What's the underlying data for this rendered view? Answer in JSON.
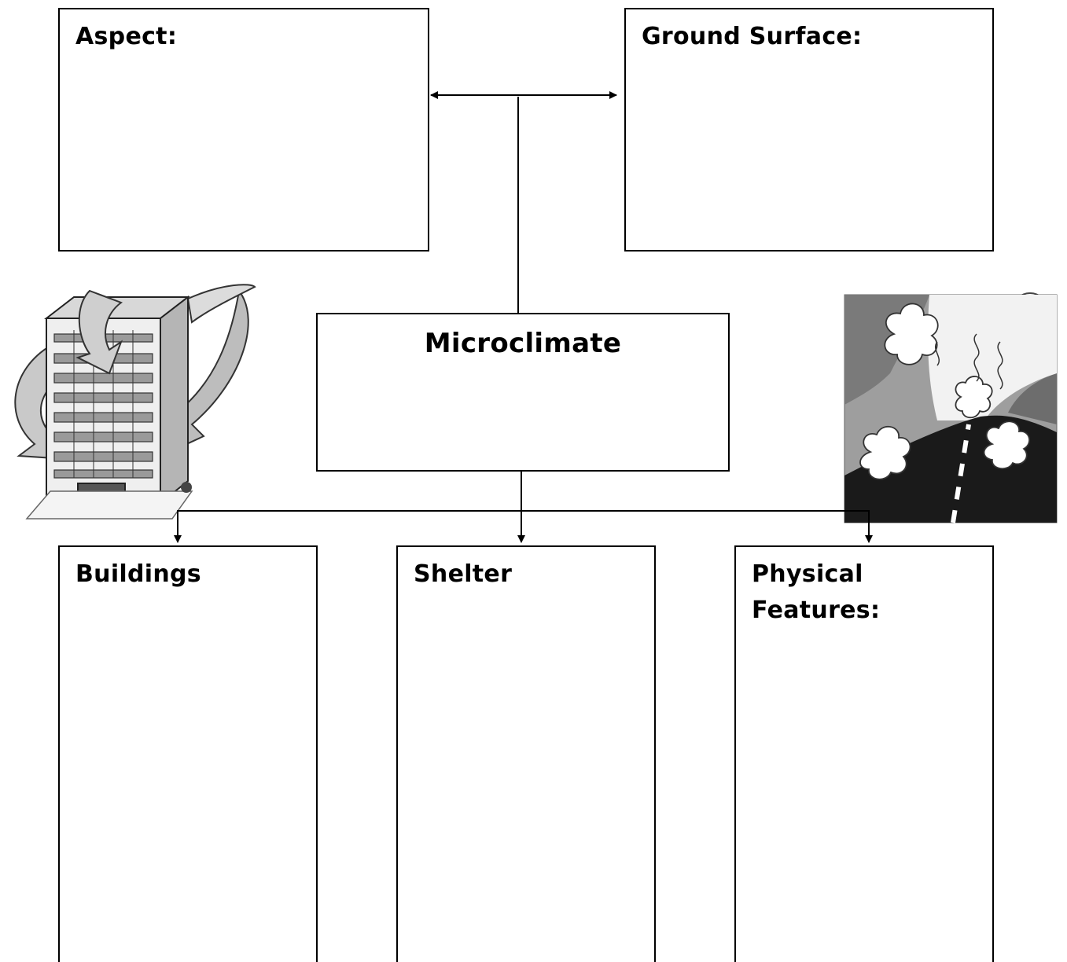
{
  "diagram": {
    "boxes": {
      "aspect": "Aspect:",
      "ground_surface": "Ground Surface:",
      "microclimate": "Microclimate",
      "buildings": "Buildings",
      "shelter": "Shelter",
      "physical_features": "Physical\nFeatures:"
    },
    "illustrations": [
      "building-with-wind-arrows",
      "road-with-heat-and-trees"
    ]
  }
}
